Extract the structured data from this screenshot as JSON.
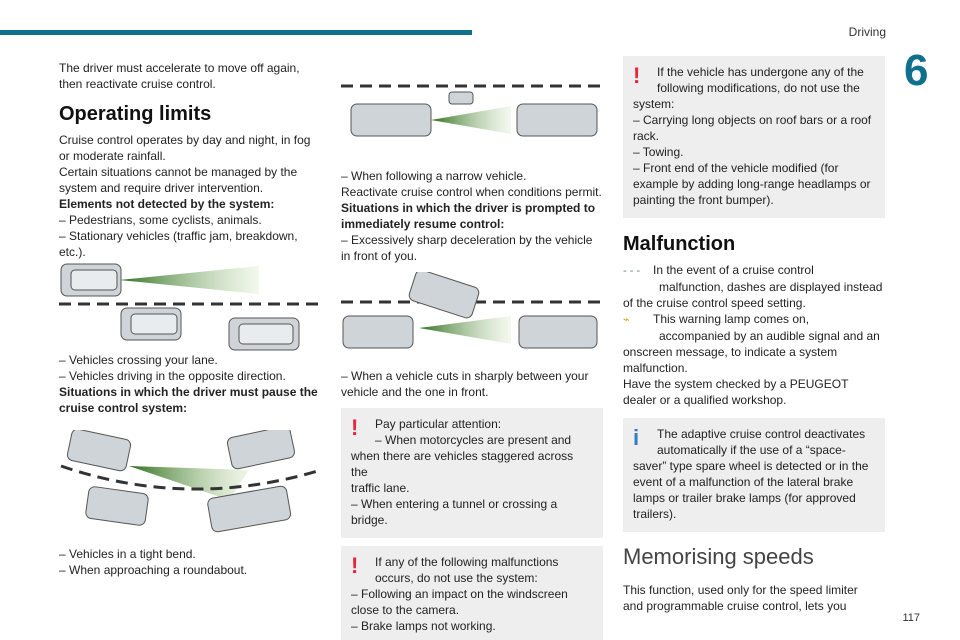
{
  "header": {
    "section": "Driving",
    "chapter": "6",
    "page": "117"
  },
  "col1": {
    "intro": [
      "The driver must accelerate to move off again,",
      "then reactivate cruise control."
    ],
    "heading": "Operating limits",
    "lines1": [
      "Cruise control operates by day and night, in fog",
      "or moderate rainfall.",
      "Certain situations cannot be managed by the",
      "system and require driver intervention."
    ],
    "bold1": "Elements not detected by the system:",
    "list1": [
      "– Pedestrians, some cyclists, animals.",
      "– Stationary vehicles (traffic jam, breakdown,",
      "etc.)."
    ],
    "list2": [
      "– Vehicles crossing your lane.",
      "– Vehicles driving in the opposite direction."
    ],
    "bold2": [
      "Situations in which the driver must pause the",
      "cruise control system:"
    ],
    "list3": [
      "– Vehicles in a tight bend.",
      "– When approaching a roundabout."
    ]
  },
  "col2": {
    "lines1": [
      "– When following a narrow vehicle.",
      "Reactivate cruise control when conditions permit."
    ],
    "bold1": [
      "Situations in which the driver is prompted to",
      "immediately resume control:"
    ],
    "lines2": [
      "– Excessively sharp deceleration by the vehicle",
      "in front of you."
    ],
    "lines3": [
      "– When a vehicle cuts in sharply between your",
      "vehicle and the one in front."
    ],
    "box1": [
      "Pay particular attention:",
      "– When motorcycles are present and",
      "when there are vehicles staggered across the",
      "traffic lane.",
      "– When entering a tunnel or crossing a",
      "bridge."
    ],
    "box2": [
      "If any of the following malfunctions",
      "occurs, do not use the system:",
      "– Following an impact on the windscreen",
      "close to the camera.",
      "– Brake lamps not working."
    ]
  },
  "col3": {
    "box1": [
      "If the vehicle has undergone any of the",
      "following modifications, do not use the",
      "system:",
      "– Carrying long objects on roof bars or a roof",
      "rack.",
      "– Towing.",
      "– Front end of the vehicle modified (for",
      "example by adding long-range headlamps or",
      "painting the front bumper)."
    ],
    "heading": "Malfunction",
    "dash_display": "- - -",
    "malf1": [
      "In the event of a cruise control",
      "malfunction, dashes are displayed instead",
      "of the cruise control speed setting."
    ],
    "malf2": [
      "This warning lamp comes on,",
      "accompanied by an audible signal and an",
      "onscreen message, to indicate a system",
      "malfunction.",
      "Have the system checked by a PEUGEOT",
      "dealer or a qualified workshop."
    ],
    "box2": [
      "The adaptive cruise control deactivates",
      "automatically if the use of a “space-",
      "saver” type spare wheel is detected or in the",
      "event of a malfunction of the lateral brake",
      "lamps or trailer brake lamps (for approved",
      "trailers)."
    ],
    "heading2": "Memorising speeds",
    "end": [
      "This function, used only for the speed limiter",
      "and programmable cruise control, lets you"
    ]
  }
}
